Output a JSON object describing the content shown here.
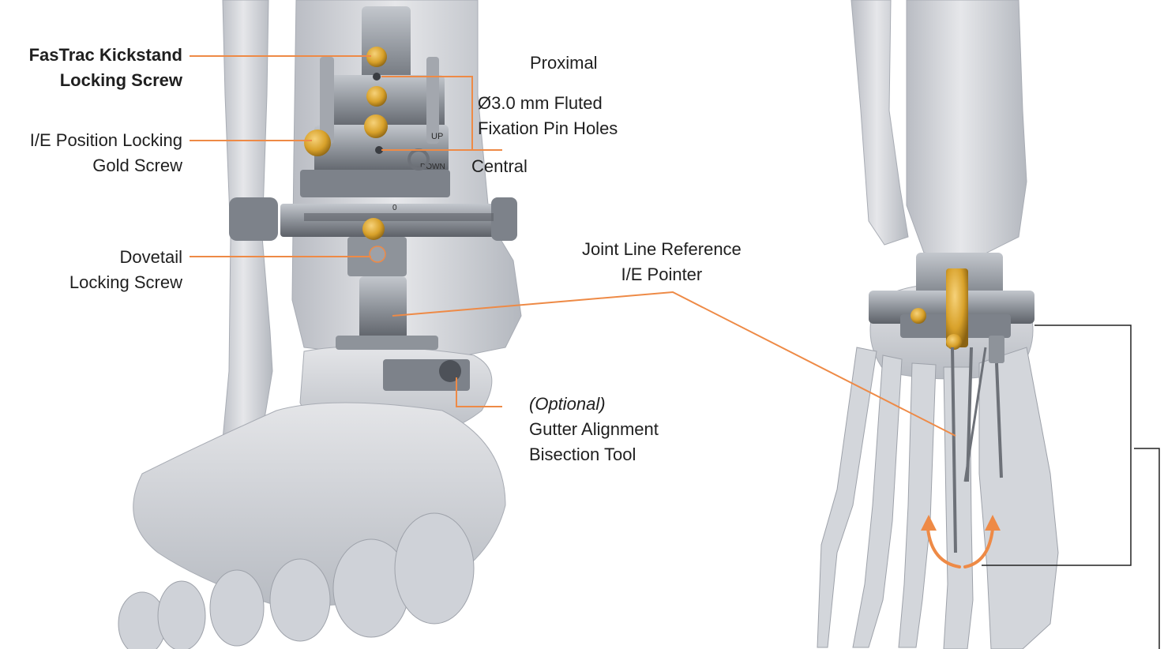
{
  "labels": {
    "kickstand_screw": [
      "FasTrac Kickstand",
      "Locking Screw"
    ],
    "ie_position_screw": [
      "I/E Position Locking",
      "Gold Screw"
    ],
    "dovetail_screw": [
      "Dovetail",
      "Locking Screw"
    ],
    "proximal": "Proximal",
    "fixation_pin_holes": [
      "Ø3.0 mm Fluted",
      "Fixation Pin Holes"
    ],
    "central": "Central",
    "joint_line_pointer": [
      "Joint Line Reference",
      "I/E Pointer"
    ],
    "gutter_tool_optional": "(Optional)",
    "gutter_tool": [
      "Gutter Alignment",
      "Bisection Tool"
    ]
  },
  "guide_text": {
    "up": "UP",
    "down": "DOWN",
    "zero": "0"
  },
  "colors": {
    "leader": "#ee8a46",
    "bone": "#d8dadf",
    "bone_shadow": "#aeb2ba",
    "metal": "#8e939a",
    "metal_dark": "#5d6168",
    "gold": "#d8a12a",
    "bracket": "#222222"
  }
}
